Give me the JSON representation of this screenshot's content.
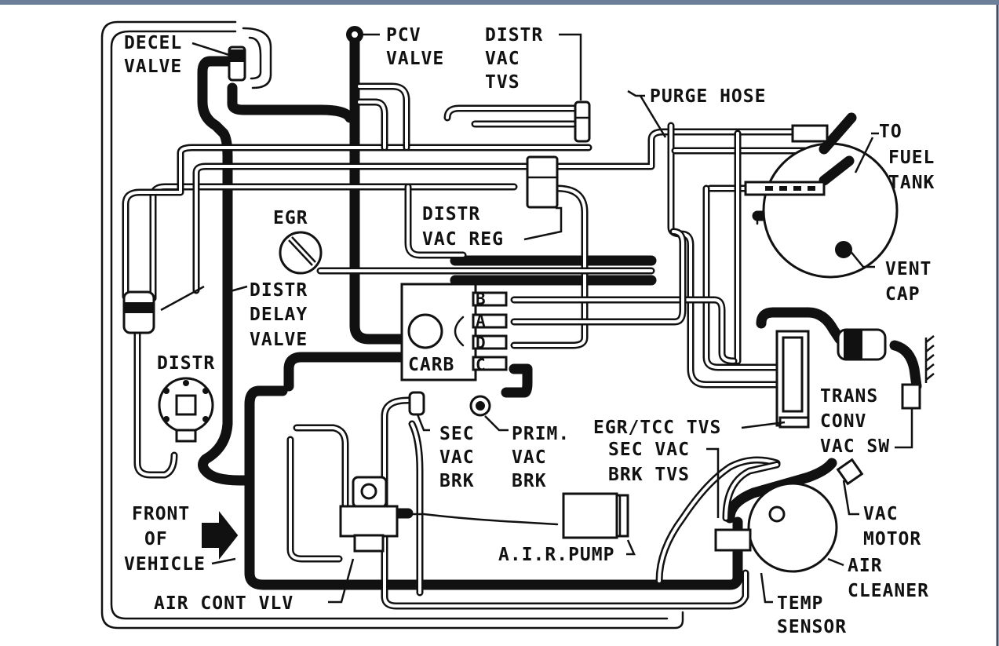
{
  "window": {
    "topbar_color": "#6b7f99",
    "border_color": "#3c4d6b"
  },
  "diagram": {
    "labels": {
      "decel_valve": [
        "DECEL",
        "VALVE"
      ],
      "pcv_valve": [
        "PCV",
        "VALVE"
      ],
      "distr_vac_tvs": [
        "DISTR",
        "VAC",
        "TVS"
      ],
      "purge_hose": "PURGE HOSE",
      "to_fuel_tank": [
        "TO",
        "FUEL",
        "TANK"
      ],
      "egr": "EGR",
      "distr_vac_reg": [
        "DISTR",
        "VAC REG"
      ],
      "vent_cap": [
        "VENT",
        "CAP"
      ],
      "distr_delay_valve": [
        "DISTR",
        "DELAY",
        "VALVE"
      ],
      "carb": "CARB",
      "carb_ports": [
        "B",
        "A",
        "D",
        "C"
      ],
      "distr": "DISTR",
      "trans_conv_vac_sw": [
        "TRANS",
        "CONV",
        "VAC SW"
      ],
      "egr_tcc_tvs": "EGR/TCC TVS",
      "sec_vac_brk": [
        "SEC",
        "VAC",
        "BRK"
      ],
      "prim_vac_brk": [
        "PRIM.",
        "VAC",
        "BRK"
      ],
      "sec_vac_brk_tvs": [
        "SEC VAC",
        "BRK TVS"
      ],
      "front_of_vehicle": [
        "FRONT",
        "OF",
        "VEHICLE"
      ],
      "vac_motor": [
        "VAC",
        "MOTOR"
      ],
      "air_cleaner": [
        "AIR",
        "CLEANER"
      ],
      "air_pump": "A.I.R.PUMP",
      "air_cont_vlv": "AIR CONT VLV",
      "temp_sensor": [
        "TEMP",
        "SENSOR"
      ]
    }
  }
}
